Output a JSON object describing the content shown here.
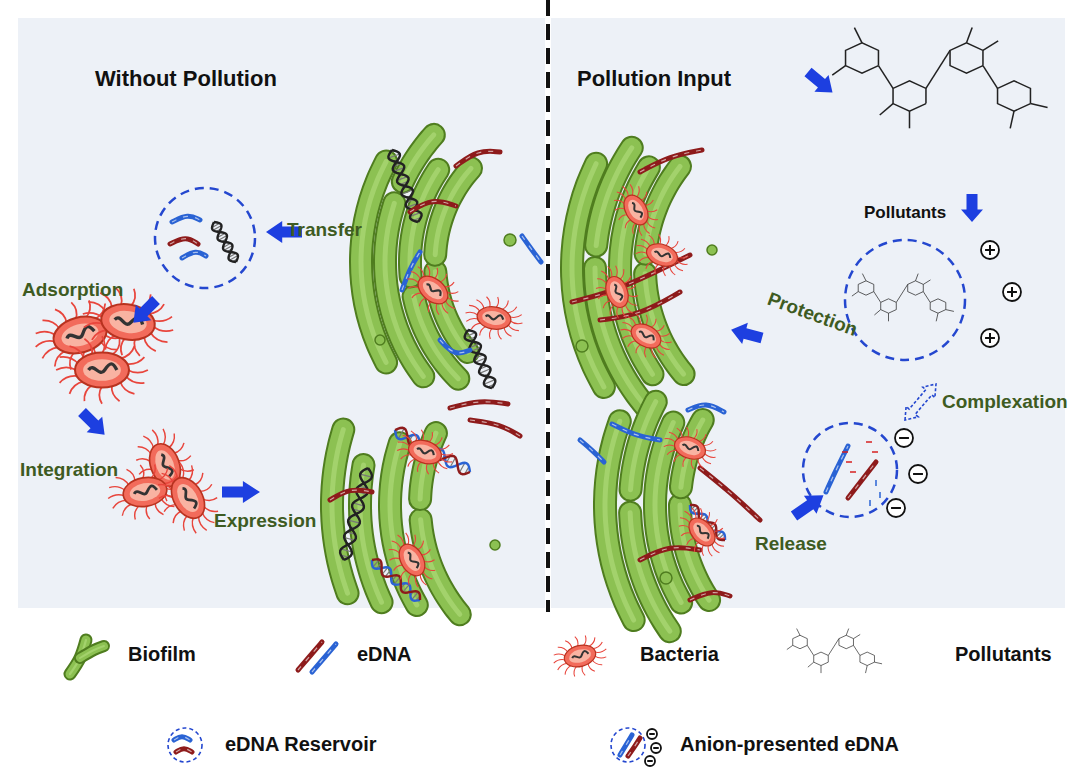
{
  "diagram": {
    "nodes": [
      {
        "text": [
          "Without Pollution"
        ]
      },
      {
        "text": [
          "Pollution Input"
        ]
      }
    ],
    "labels": [
      "Transfer",
      "Adsorption",
      "Integration",
      "Expression",
      "Pollutants",
      "Protection",
      "Complexation",
      "Release"
    ],
    "legend": [
      {
        "text": "Biofilm"
      },
      {
        "text": "eDNA"
      },
      {
        "text": "Bacteria"
      },
      {
        "text": "Pollutants"
      },
      {
        "text": "eDNA Reservoir"
      },
      {
        "text": "Anion-presented eDNA"
      }
    ]
  }
}
